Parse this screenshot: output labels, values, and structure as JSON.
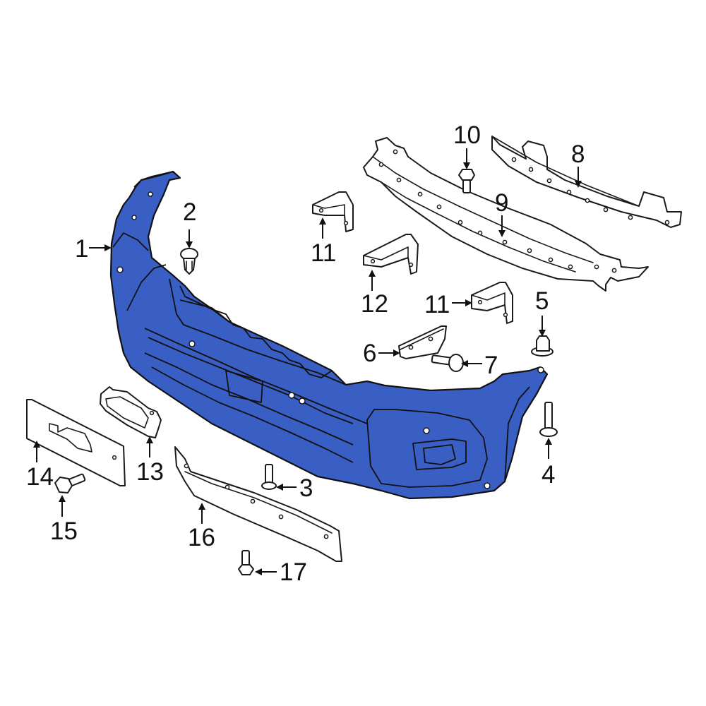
{
  "colors": {
    "bumper_fill": "#3a5fc4",
    "line": "#111111",
    "background": "#ffffff"
  },
  "callouts": [
    {
      "id": "1",
      "text": "1"
    },
    {
      "id": "2",
      "text": "2"
    },
    {
      "id": "3",
      "text": "3"
    },
    {
      "id": "4",
      "text": "4"
    },
    {
      "id": "5",
      "text": "5"
    },
    {
      "id": "6",
      "text": "6"
    },
    {
      "id": "7",
      "text": "7"
    },
    {
      "id": "8",
      "text": "8"
    },
    {
      "id": "9",
      "text": "9"
    },
    {
      "id": "10",
      "text": "10"
    },
    {
      "id": "11a",
      "text": "11"
    },
    {
      "id": "11b",
      "text": "11"
    },
    {
      "id": "12",
      "text": "12"
    },
    {
      "id": "13",
      "text": "13"
    },
    {
      "id": "14",
      "text": "14"
    },
    {
      "id": "15",
      "text": "15"
    },
    {
      "id": "16",
      "text": "16"
    },
    {
      "id": "17",
      "text": "17"
    }
  ]
}
